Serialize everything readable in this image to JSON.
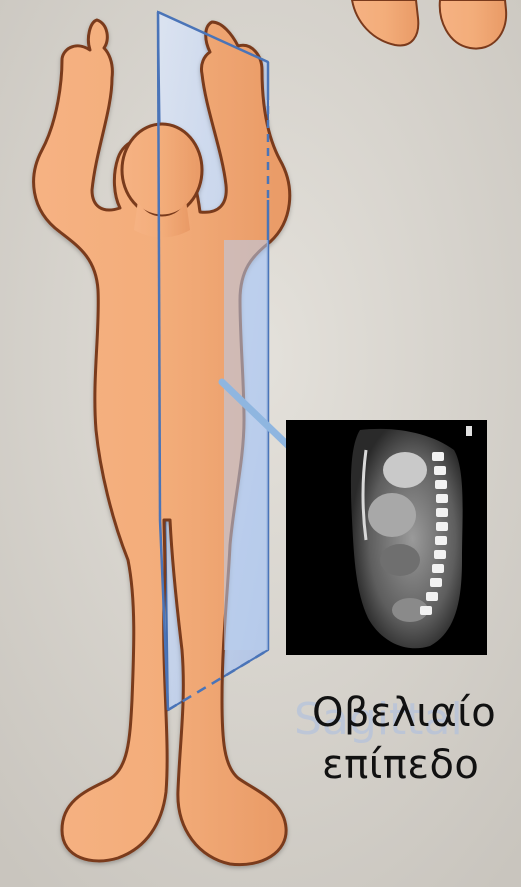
{
  "label": {
    "line1": "Οβελιαίο",
    "line2": "επίπεδο",
    "ghost": "Sagittal"
  },
  "colors": {
    "background": "#d6d3cd",
    "body_fill": "#f2a674",
    "body_outline": "#7a3a1c",
    "plane_fill": "#b8cdee",
    "plane_edge": "#4a74b8",
    "arrow": "#8fb6e0"
  }
}
